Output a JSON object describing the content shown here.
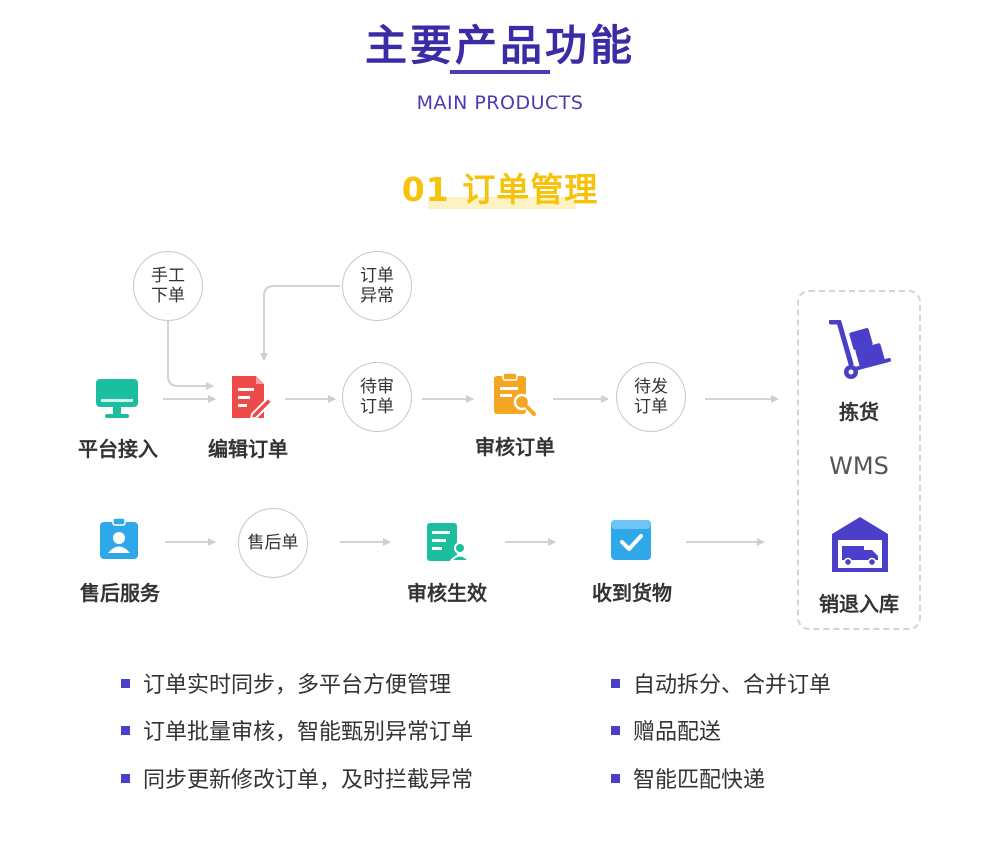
{
  "header": {
    "title": "主要产品功能",
    "subtitle": "MAIN PRODUCTS",
    "section_title": "01 订单管理"
  },
  "flow": {
    "top_nodes": {
      "platform": "平台接入",
      "edit": "编辑订单",
      "review": "审核订单"
    },
    "circles": {
      "manual_1": "手工",
      "manual_2": "下单",
      "abnormal_1": "订单",
      "abnormal_2": "异常",
      "pending_review_1": "待审",
      "pending_review_2": "订单",
      "pending_ship_1": "待发",
      "pending_ship_2": "订单",
      "after_sales_order": "售后单"
    },
    "bottom_nodes": {
      "after_sales": "售后服务",
      "review_effective": "审核生效",
      "receive": "收到货物"
    },
    "wms": {
      "pick": "拣货",
      "label": "WMS",
      "return": "销退入库"
    }
  },
  "bullets": {
    "left": [
      "订单实时同步，多平台方便管理",
      "订单批量审核，智能甄别异常订单",
      "同步更新修改订单，及时拦截异常"
    ],
    "right": [
      "自动拆分、合并订单",
      "赠品配送",
      "智能匹配快递"
    ]
  },
  "colors": {
    "title": "#3a2ba6",
    "section": "#f7c20a",
    "teal": "#1bbf9f",
    "red": "#ef4a4a",
    "orange": "#f5a623",
    "blue": "#2ea8e8",
    "purple": "#4b3ec9"
  }
}
